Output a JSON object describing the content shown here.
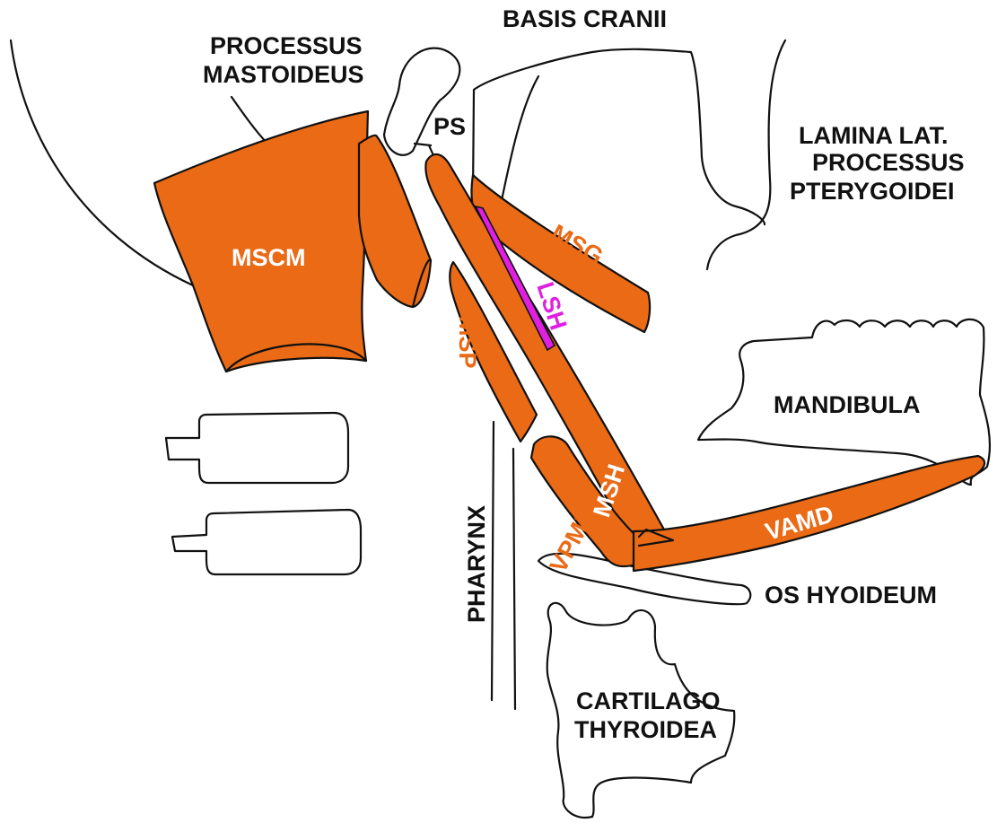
{
  "labels": {
    "processus_mastoideus_1": "PROCESSUS",
    "processus_mastoideus_2": "MASTOIDEUS",
    "basis_cranii": "BASIS CRANII",
    "lamina_1": "LAMINA LAT.",
    "lamina_2": "PROCESSUS",
    "lamina_3": "PTERYGOIDEI",
    "ps": "PS",
    "mscm": "MSCM",
    "msg": "MSG",
    "lsh": "LSH",
    "msp": "MSP",
    "mandibula": "MANDIBULA",
    "msh": "MSH",
    "vpmd": "VPMD",
    "vamd": "VAMD",
    "pharynx": "PHARYNX",
    "os_hyoideum": "OS HYOIDEUM",
    "cartilago_1": "CARTILAGO",
    "cartilago_2": "THYROIDEA"
  },
  "colors": {
    "muscle": "#ea6a16",
    "ligament": "#e020e0",
    "outline": "#111111",
    "background": "#ffffff"
  }
}
